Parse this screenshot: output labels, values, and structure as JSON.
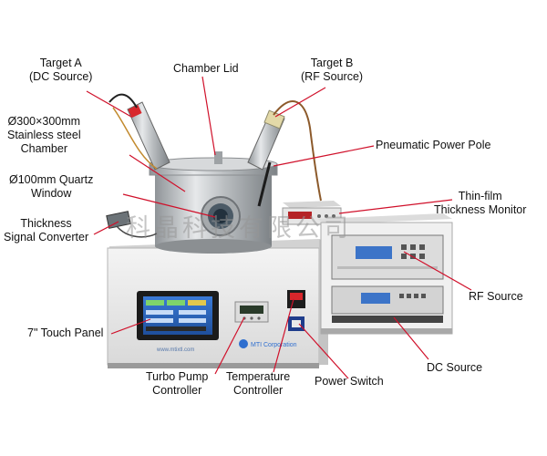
{
  "labels": {
    "target_a": [
      "Target A",
      "(DC Source)"
    ],
    "chamber_lid": "Chamber Lid",
    "target_b": [
      "Target B",
      "(RF Source)"
    ],
    "chamber": [
      "Ø300×300mm",
      "Stainless steel",
      "Chamber"
    ],
    "pneumatic_pole": "Pneumatic Power Pole",
    "quartz_window": [
      "Ø100mm Quartz",
      "Window"
    ],
    "thickness_monitor": [
      "Thin-film",
      "Thickness Monitor"
    ],
    "signal_converter": [
      "Thickness",
      "Signal Converter"
    ],
    "touch_panel": "7\" Touch Panel",
    "rf_source": "RF Source",
    "turbo_pump": [
      "Turbo Pump",
      "Controller"
    ],
    "temperature": [
      "Temperature",
      "Controller"
    ],
    "power_switch": "Power Switch",
    "dc_source": "DC Source"
  },
  "device_text": {
    "website": "www.mtixtl.com",
    "brand": "MTI Corporation"
  },
  "watermark": "科晶科技有限公司",
  "colors": {
    "leader_line": "#d0102a",
    "cabinet": "#ececec",
    "steel": "#bfc2c5"
  }
}
